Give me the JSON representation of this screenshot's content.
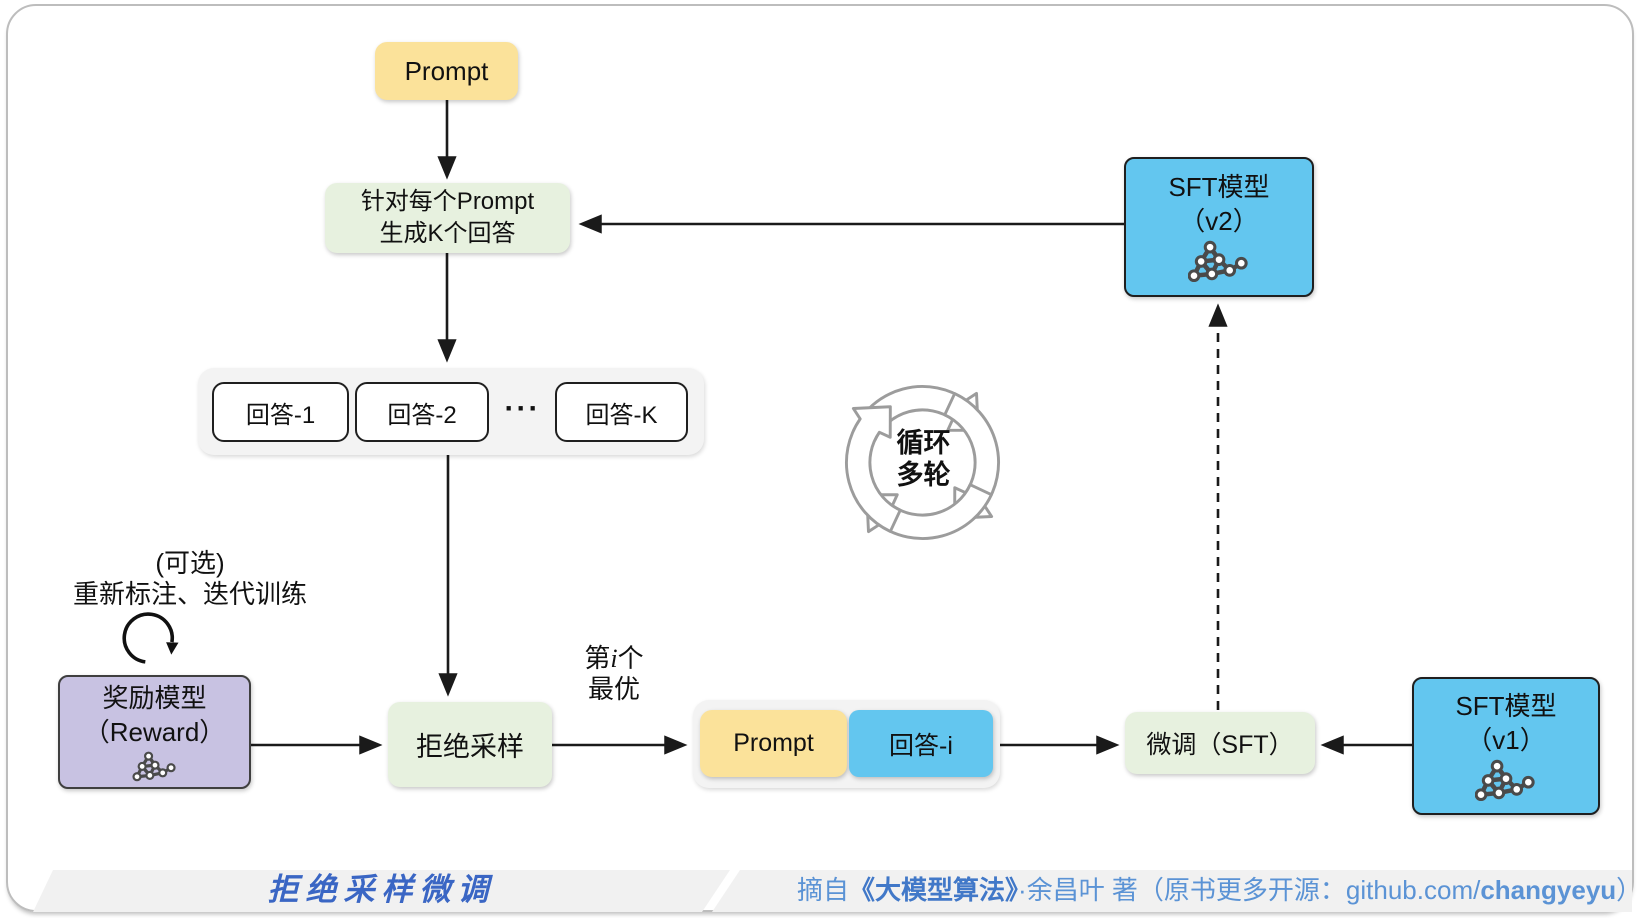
{
  "nodes": {
    "prompt": {
      "label": "Prompt"
    },
    "generate": {
      "line1": "针对每个Prompt",
      "line2": "生成K个回答"
    },
    "answers": {
      "items": [
        "回答-1",
        "回答-2",
        "回答-K"
      ],
      "ellipsis": "···"
    },
    "optional_note": {
      "line1": "(可选)",
      "line2": "重新标注、迭代训练"
    },
    "reward": {
      "line1": "奖励模型",
      "line2": "（Reward）"
    },
    "rejection": {
      "label": "拒绝采样"
    },
    "best": {
      "pre": "第",
      "variable": "i",
      "post": "个",
      "line2": "最优"
    },
    "pair": {
      "prompt": "Prompt",
      "answer": "回答-i"
    },
    "finetune": {
      "label": "微调（SFT）"
    },
    "sft_v1": {
      "line1": "SFT模型",
      "line2": "（v1）"
    },
    "sft_v2": {
      "line1": "SFT模型",
      "line2": "（v2）"
    },
    "loop": {
      "line1": "循环",
      "line2": "多轮"
    }
  },
  "footer": {
    "title": "拒绝采样微调",
    "attribution": {
      "pre": "摘自",
      "book": "《大模型算法》",
      "mid": "·余昌叶 著（原书更多开源：",
      "domain": "github.com/",
      "user": "changyeyu",
      "suffix": "）"
    }
  },
  "colors": {
    "yellow": "#FBE29A",
    "green": "#E7F1DF",
    "blue": "#63C6EF",
    "purple": "#C8C2E2",
    "tray_gray": "#F3F3F3",
    "band_gray": "#F1F1F1",
    "title_blue": "#3A66C4",
    "attribution_blue": "#5B93D5",
    "arrow_black": "#1a1a1a",
    "loop_gray": "#9C9C9C"
  }
}
